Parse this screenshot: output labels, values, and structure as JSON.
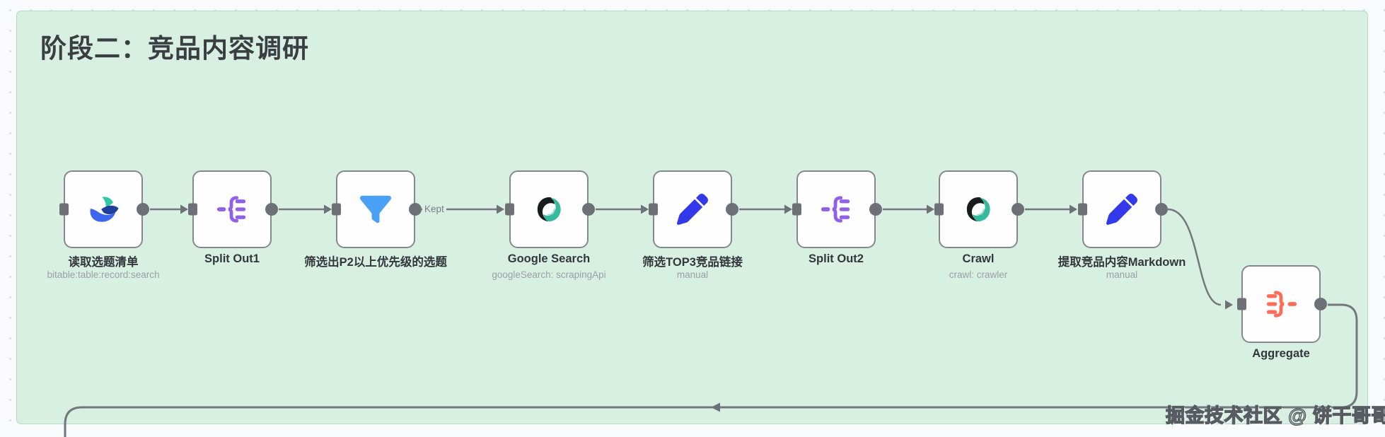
{
  "stage": {
    "title": "阶段二：竞品内容调研"
  },
  "nodes": [
    {
      "label": "读取选题清单",
      "subtitle": "bitable:table:record:search",
      "icon": "lark-base-icon"
    },
    {
      "label": "Split Out1",
      "subtitle": "",
      "icon": "split-out-icon"
    },
    {
      "label": "筛选出P2以上优先级的选题",
      "subtitle": "",
      "icon": "filter-funnel-icon"
    },
    {
      "label": "Google Search",
      "subtitle": "googleSearch: scrapingApi",
      "icon": "scraping-spiral-icon"
    },
    {
      "label": "筛选TOP3竞品链接",
      "subtitle": "manual",
      "icon": "edit-pencil-icon"
    },
    {
      "label": "Split Out2",
      "subtitle": "",
      "icon": "split-out-icon"
    },
    {
      "label": "Crawl",
      "subtitle": "crawl: crawler",
      "icon": "scraping-spiral-icon"
    },
    {
      "label": "提取竞品内容Markdown",
      "subtitle": "manual",
      "icon": "edit-pencil-icon"
    },
    {
      "label": "Aggregate",
      "subtitle": "",
      "icon": "aggregate-icon"
    }
  ],
  "connections": {
    "kept_label": "Kept"
  },
  "watermark": "掘金技术社区 @ 饼干哥哥",
  "colors": {
    "sticky_bg": "#d8f0e2",
    "canvas_bg": "#f8fafb",
    "node_border": "#84888e",
    "wire_gray": "#6d7177",
    "split_out_purple": "#9061e6",
    "filter_blue": "#49a0f4",
    "pencil_blue": "#3338e8",
    "spiral_teal": "#35b99c",
    "spiral_black": "#1a1b1e",
    "aggregate_orange": "#ff6b55",
    "lark_teal": "#2fc7a6",
    "lark_navy": "#1f3f9e",
    "lark_blue": "#3d66ef"
  }
}
